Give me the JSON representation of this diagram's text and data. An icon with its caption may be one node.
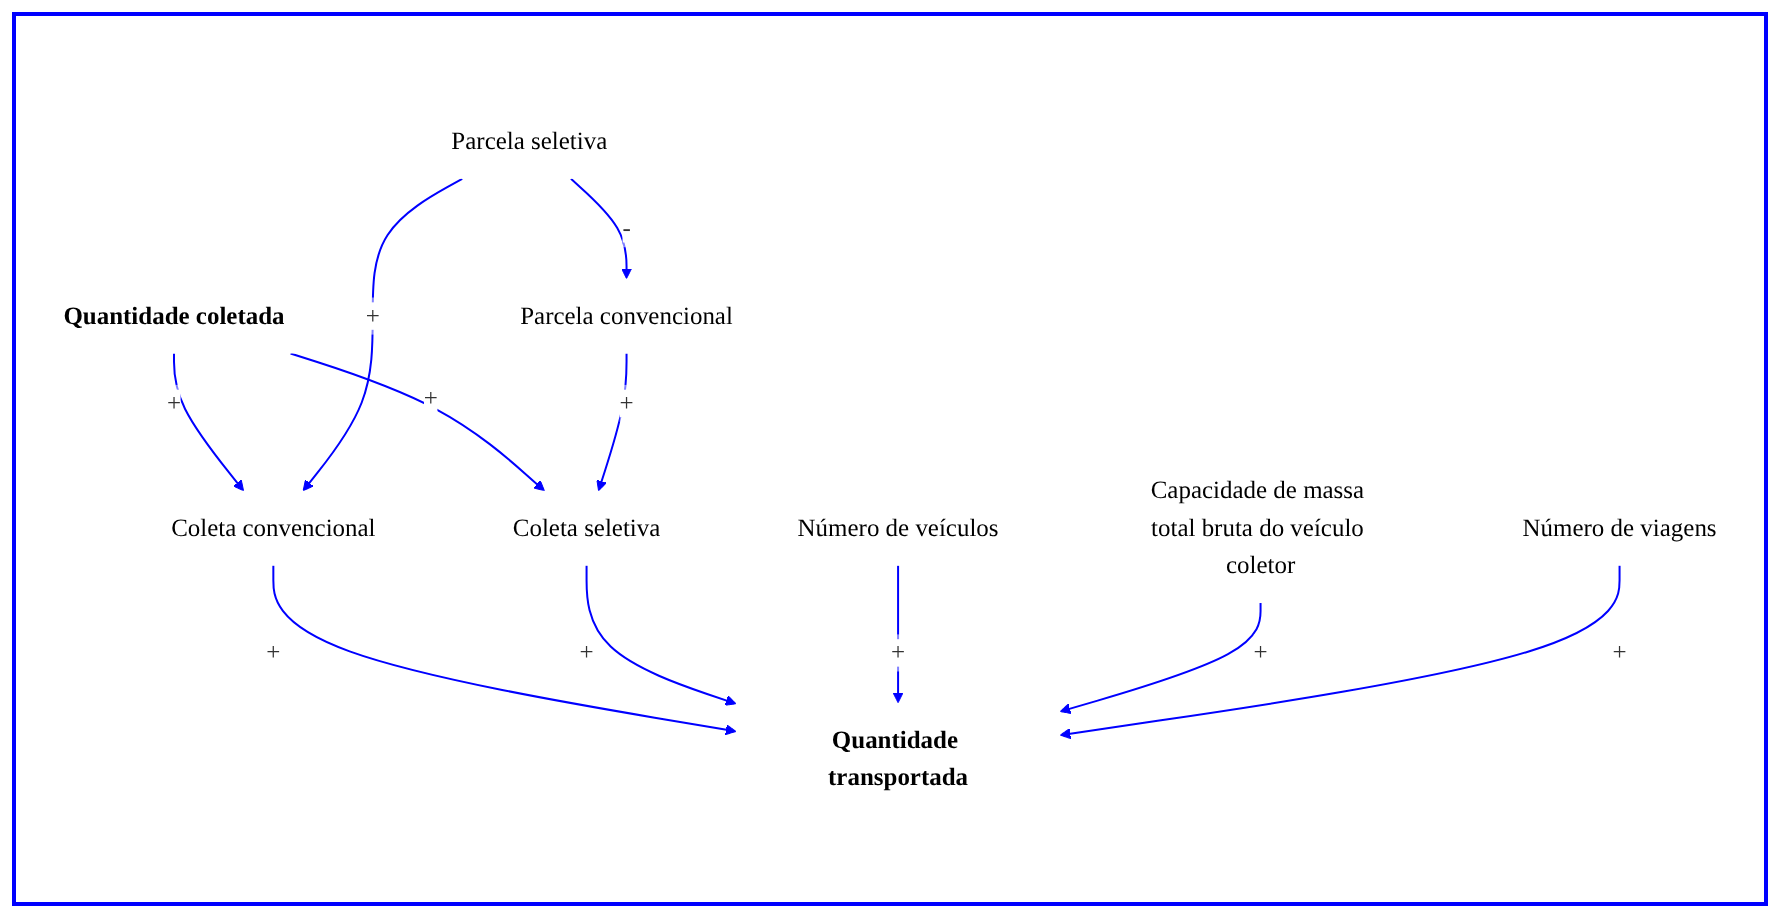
{
  "diagram": {
    "nodes": [
      {
        "text": [
          "Quantidade coletada"
        ]
      },
      {
        "text": [
          "Coleta convencional"
        ]
      },
      {
        "text": [
          "Coleta seletiva"
        ]
      },
      {
        "text": [
          "Parcela seletiva"
        ]
      },
      {
        "text": [
          "Parcela convencional"
        ]
      },
      {
        "text": [
          "Quantidade transportada"
        ]
      },
      {
        "text": [
          "Número de veículos"
        ]
      },
      {
        "text": [
          "Número de viagens"
        ]
      },
      {
        "text": [
          "Capacidade de massa total bruta do veículo coletor"
        ]
      }
    ],
    "edges": [
      {
        "from": 0,
        "to": 1,
        "arrow": "to",
        "label": "+"
      },
      {
        "from": 0,
        "to": 2,
        "arrow": "to",
        "label": "+"
      },
      {
        "from": 3,
        "to": 1,
        "arrow": "to",
        "label": "+"
      },
      {
        "from": 3,
        "to": 4,
        "arrow": "to",
        "label": "-"
      },
      {
        "from": 4,
        "to": 2,
        "arrow": "to",
        "label": "+"
      },
      {
        "from": 1,
        "to": 5,
        "arrow": "to",
        "label": "+"
      },
      {
        "from": 2,
        "to": 5,
        "arrow": "to",
        "label": "+"
      },
      {
        "from": 6,
        "to": 5,
        "arrow": "to",
        "label": "+"
      },
      {
        "from": 8,
        "to": 5,
        "arrow": "to",
        "label": "+"
      },
      {
        "from": 7,
        "to": 5,
        "arrow": "to",
        "label": "+"
      }
    ]
  }
}
